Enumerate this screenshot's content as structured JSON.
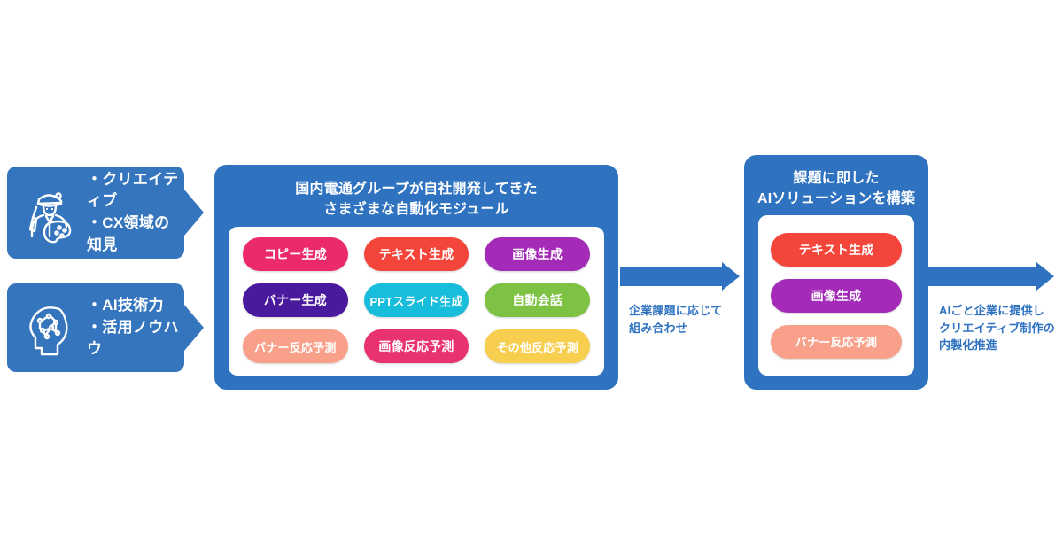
{
  "theme": {
    "brand_blue": "#2E72C0",
    "card_blue": "#3575BE",
    "label_blue": "#2E72C0",
    "panel_white": "#FFFFFF"
  },
  "inputs": [
    {
      "icon": "artist-palette-icon",
      "text": "・クリエイティブ\n・CX領域の知見"
    },
    {
      "icon": "ai-brain-head-icon",
      "text": "・AI技術力\n・活用ノウハウ"
    }
  ],
  "modules_panel": {
    "title": "国内電通グループが自社開発してきた\nさまざまな自動化モジュール",
    "chips": [
      {
        "label": "コピー生成",
        "color": "#EC2A6A"
      },
      {
        "label": "テキスト生成",
        "color": "#F4453A"
      },
      {
        "label": "画像生成",
        "color": "#A32BB8"
      },
      {
        "label": "バナー生成",
        "color": "#4A1A9E"
      },
      {
        "label": "PPTスライド生成",
        "color": "#19BDDC"
      },
      {
        "label": "自動会話",
        "color": "#7DC242"
      },
      {
        "label": "バナー反応予測",
        "color": "#F9A08A"
      },
      {
        "label": "画像反応予測",
        "color": "#E8336E"
      },
      {
        "label": "その他反応予測",
        "color": "#F8CE4E"
      }
    ]
  },
  "solution_panel": {
    "title": "課題に即した\nAIソリューションを構築",
    "chips": [
      {
        "label": "テキスト生成",
        "color": "#F4453A"
      },
      {
        "label": "画像生成",
        "color": "#A32BB8"
      },
      {
        "label": "バナー反応予測",
        "color": "#F9A08A"
      }
    ]
  },
  "connectors": [
    {
      "name": "combine",
      "label": "企業課題に応じて\n組み合わせ"
    },
    {
      "name": "deliver",
      "label": "AIごと企業に提供し\nクリエイティブ制作の\n内製化推進"
    }
  ]
}
